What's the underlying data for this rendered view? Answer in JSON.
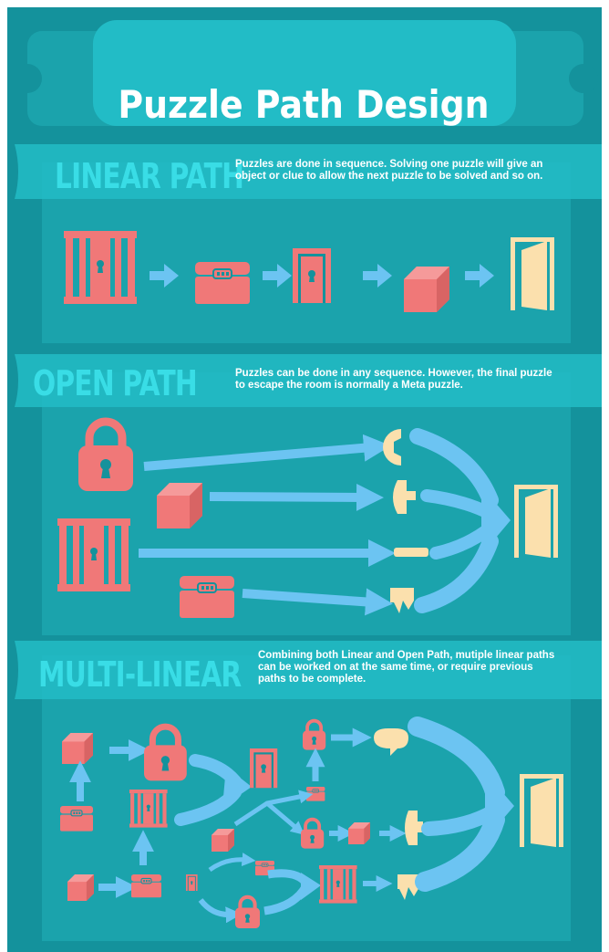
{
  "title": "Puzzle Path Design",
  "sections": [
    {
      "heading": "LINEAR PATH",
      "description": "Puzzles are done in sequence. Solving one puzzle will give an object or clue to allow the next puzzle to be solved and so on."
    },
    {
      "heading": "OPEN PATH",
      "description": "Puzzles can be done in any sequence. However, the final puzzle to escape the room is normally a Meta puzzle."
    },
    {
      "heading": "MULTI-LINEAR",
      "description": "Combining both Linear and Open Path, mutiple linear paths can be worked on at the same time, or require previous paths to be complete."
    }
  ],
  "colors": {
    "background": "#14929c",
    "panel": "#1ba3ac",
    "banner": "#22bcc6",
    "heading": "#39dde6",
    "icon": "#f07878",
    "arrow": "#6cc4f2",
    "door": "#fbe0ad"
  },
  "icons": [
    "cage-icon",
    "chest-icon",
    "door-icon",
    "box-icon",
    "exit-door-icon",
    "padlock-icon",
    "key-piece-icon",
    "speech-bubble-icon",
    "arrow-icon"
  ]
}
